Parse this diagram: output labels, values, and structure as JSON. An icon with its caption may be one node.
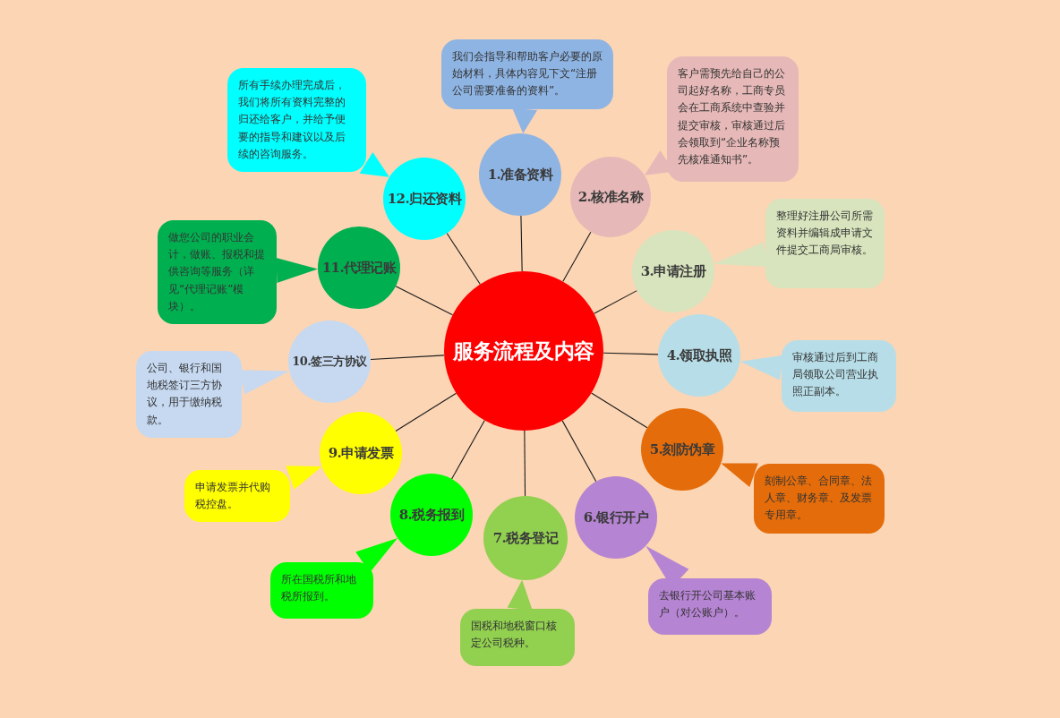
{
  "diagram": {
    "nodes": [
      {
        "text": [
          "服务流程及内容"
        ]
      },
      {
        "text": [
          "1.准备资料"
        ]
      },
      {
        "text": [
          "2.核准名称"
        ]
      },
      {
        "text": [
          "3.申请注册"
        ]
      },
      {
        "text": [
          "4.领取执照"
        ]
      },
      {
        "text": [
          "5.刻防伪章"
        ]
      },
      {
        "text": [
          "6.银行开户"
        ]
      },
      {
        "text": [
          "7.税务登记"
        ]
      },
      {
        "text": [
          "8.税务报到"
        ]
      },
      {
        "text": [
          "9.申请发票"
        ]
      },
      {
        "text": [
          "10.签三方协议"
        ]
      },
      {
        "text": [
          "11.代理记账"
        ]
      },
      {
        "text": [
          "12.归还资料"
        ]
      },
      {
        "text": [
          "我们会指导和帮助客户必要的原始材料，具体内容见下文“注册公司需要准备的资料”。"
        ]
      },
      {
        "text": [
          "客户需预先给自己的公司起好名称，工商专员会在工商系统中查验并提交审核，审核通过后会领取到“企业名称预先核准通知书”。"
        ]
      },
      {
        "text": [
          "整理好注册公司所需资料并编辑成申请文件提交工商局审核。"
        ]
      },
      {
        "text": [
          "审核通过后到工商局领取公司营业执照正副本。"
        ]
      },
      {
        "text": [
          "刻制公章、合同章、法人章、财务章、及发票专用章。"
        ]
      },
      {
        "text": [
          "去银行开公司基本账户（对公账户）。"
        ]
      },
      {
        "text": [
          "国税和地税窗口核定公司税种。"
        ]
      },
      {
        "text": [
          "所在国税所和地税所报到。"
        ]
      },
      {
        "text": [
          "申请发票并代购税控盘。"
        ]
      },
      {
        "text": [
          "公司、银行和国地税签订三方协议，用于缴纳税款。"
        ]
      },
      {
        "text": [
          "做您公司的职业会计，做账、报税和提供咨询等服务（详见“代理记账”模块）。"
        ]
      },
      {
        "text": [
          "所有手续办理完成后，我们将所有资料完整的归还给客户，并给予便要的指导和建议以及后续的咨询服务。"
        ]
      }
    ],
    "edges": [
      {
        "from": 0,
        "to": 1,
        "arrow": "none"
      },
      {
        "from": 0,
        "to": 2,
        "arrow": "none"
      },
      {
        "from": 0,
        "to": 3,
        "arrow": "none"
      },
      {
        "from": 0,
        "to": 4,
        "arrow": "none"
      },
      {
        "from": 0,
        "to": 5,
        "arrow": "none"
      },
      {
        "from": 0,
        "to": 6,
        "arrow": "none"
      },
      {
        "from": 0,
        "to": 7,
        "arrow": "none"
      },
      {
        "from": 0,
        "to": 8,
        "arrow": "none"
      },
      {
        "from": 0,
        "to": 9,
        "arrow": "none"
      },
      {
        "from": 0,
        "to": 10,
        "arrow": "none"
      },
      {
        "from": 0,
        "to": 11,
        "arrow": "none"
      },
      {
        "from": 0,
        "to": 12,
        "arrow": "none"
      },
      {
        "from": 13,
        "to": 1,
        "arrow": "none",
        "color": "#8eb4e3"
      },
      {
        "from": 14,
        "to": 2,
        "arrow": "none",
        "color": "#e6b9b8"
      },
      {
        "from": 15,
        "to": 3,
        "arrow": "none",
        "color": "#d7e4bd"
      },
      {
        "from": 16,
        "to": 4,
        "arrow": "none",
        "color": "#b7dee8"
      },
      {
        "from": 17,
        "to": 5,
        "arrow": "none",
        "color": "#e46c0a"
      },
      {
        "from": 18,
        "to": 6,
        "arrow": "none",
        "color": "#b584d2"
      },
      {
        "from": 19,
        "to": 7,
        "arrow": "none",
        "color": "#92d050"
      },
      {
        "from": 20,
        "to": 8,
        "arrow": "none",
        "color": "#00ff00"
      },
      {
        "from": 21,
        "to": 9,
        "arrow": "none",
        "color": "#ffff00"
      },
      {
        "from": 22,
        "to": 10,
        "arrow": "none",
        "color": "#c6d9f1"
      },
      {
        "from": 23,
        "to": 11,
        "arrow": "none",
        "color": "#00b050"
      },
      {
        "from": 24,
        "to": 12,
        "arrow": "none",
        "color": "#00ffff"
      }
    ]
  }
}
